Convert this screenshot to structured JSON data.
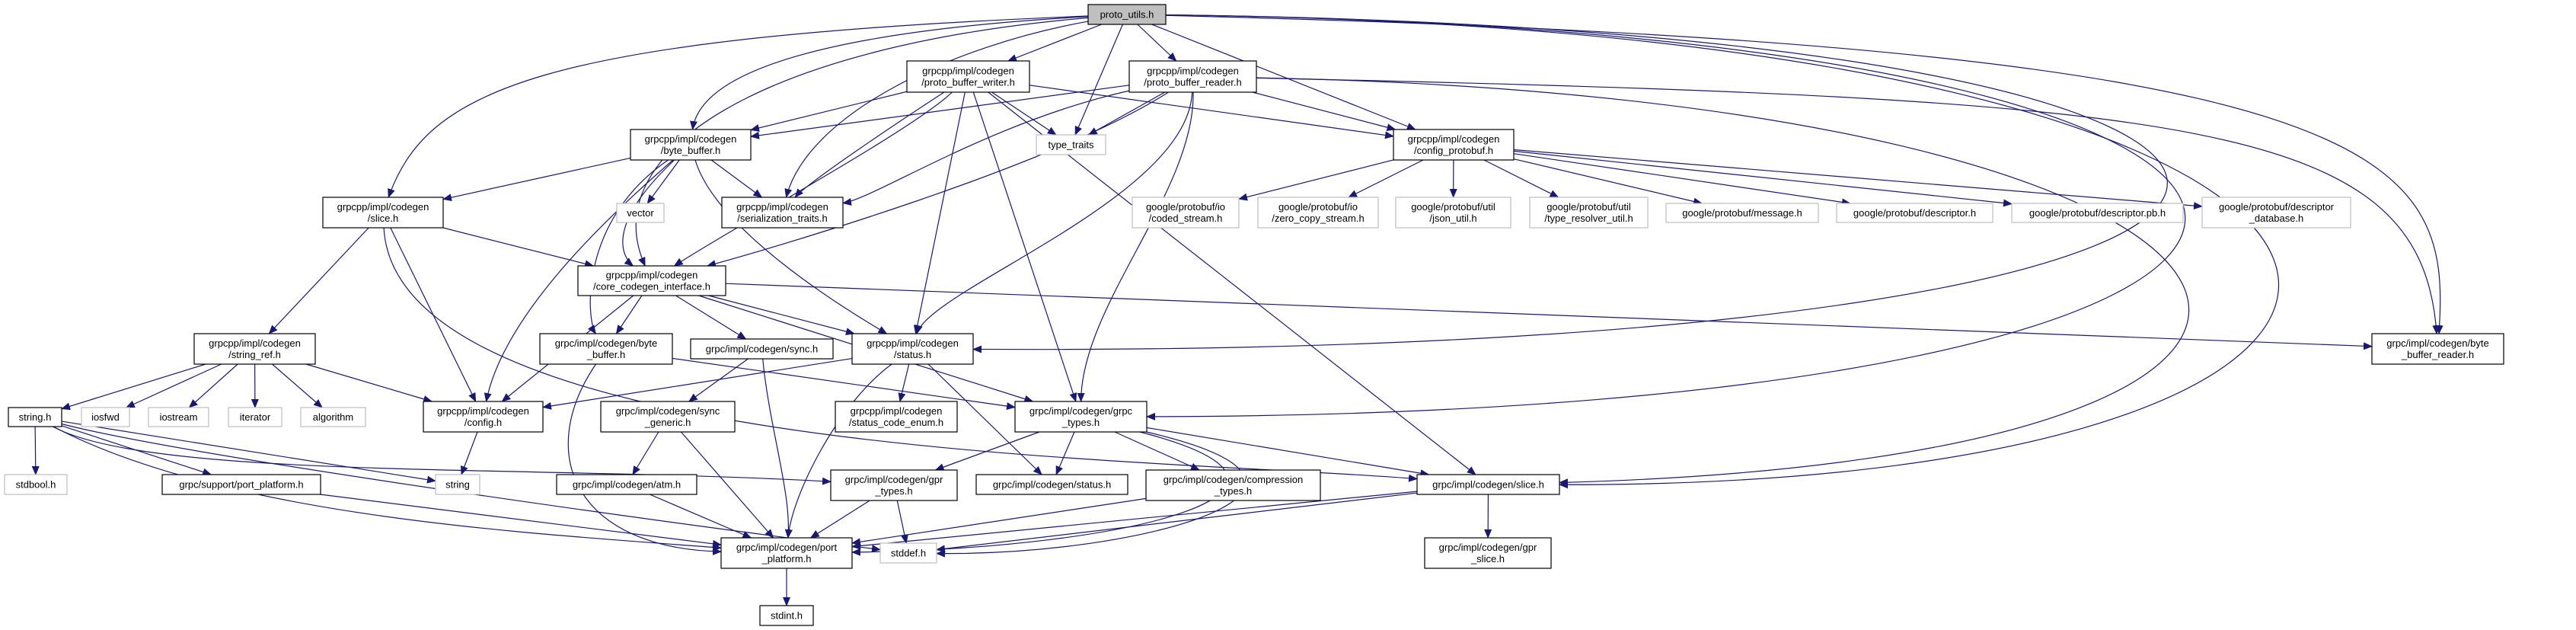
{
  "graph": {
    "edge_color": "#191970",
    "node_border_color": "#000000",
    "external_border_color": "#bfbfbf",
    "root_fill_color": "#bfbfbf",
    "nodes": [
      {
        "id": "root",
        "lines": [
          "proto_utils.h"
        ],
        "kind": "root"
      },
      {
        "id": "pbw",
        "lines": [
          "grpcpp/impl/codegen",
          "/proto_buffer_writer.h"
        ],
        "kind": "doc"
      },
      {
        "id": "pbr",
        "lines": [
          "grpcpp/impl/codegen",
          "/proto_buffer_reader.h"
        ],
        "kind": "doc"
      },
      {
        "id": "tt",
        "lines": [
          "type_traits"
        ],
        "kind": "ext"
      },
      {
        "id": "cfgpb",
        "lines": [
          "grpcpp/impl/codegen",
          "/config_protobuf.h"
        ],
        "kind": "doc"
      },
      {
        "id": "bb",
        "lines": [
          "grpcpp/impl/codegen",
          "/byte_buffer.h"
        ],
        "kind": "doc"
      },
      {
        "id": "ser",
        "lines": [
          "grpcpp/impl/codegen",
          "/serialization_traits.h"
        ],
        "kind": "doc"
      },
      {
        "id": "vec",
        "lines": [
          "vector"
        ],
        "kind": "ext"
      },
      {
        "id": "slicepp",
        "lines": [
          "grpcpp/impl/codegen",
          "/slice.h"
        ],
        "kind": "doc"
      },
      {
        "id": "cci",
        "lines": [
          "grpcpp/impl/codegen",
          "/core_codegen_interface.h"
        ],
        "kind": "doc"
      },
      {
        "id": "coded",
        "lines": [
          "google/protobuf/io",
          "/coded_stream.h"
        ],
        "kind": "ext"
      },
      {
        "id": "zero",
        "lines": [
          "google/protobuf/io",
          "/zero_copy_stream.h"
        ],
        "kind": "ext"
      },
      {
        "id": "json",
        "lines": [
          "google/protobuf/util",
          "/json_util.h"
        ],
        "kind": "ext"
      },
      {
        "id": "typeres",
        "lines": [
          "google/protobuf/util",
          "/type_resolver_util.h"
        ],
        "kind": "ext"
      },
      {
        "id": "msg",
        "lines": [
          "google/protobuf/message.h"
        ],
        "kind": "ext"
      },
      {
        "id": "desc",
        "lines": [
          "google/protobuf/descriptor.h"
        ],
        "kind": "ext"
      },
      {
        "id": "descpb",
        "lines": [
          "google/protobuf/descriptor.pb.h"
        ],
        "kind": "ext"
      },
      {
        "id": "descdb",
        "lines": [
          "google/protobuf/descriptor",
          "_database.h"
        ],
        "kind": "ext"
      },
      {
        "id": "bbr",
        "lines": [
          "grpc/impl/codegen/byte",
          "_buffer_reader.h"
        ],
        "kind": "doc"
      },
      {
        "id": "sref",
        "lines": [
          "grpcpp/impl/codegen",
          "/string_ref.h"
        ],
        "kind": "doc"
      },
      {
        "id": "bbc",
        "lines": [
          "grpc/impl/codegen/byte",
          "_buffer.h"
        ],
        "kind": "doc"
      },
      {
        "id": "sync",
        "lines": [
          "grpc/impl/codegen/sync.h"
        ],
        "kind": "doc"
      },
      {
        "id": "statuspp",
        "lines": [
          "grpcpp/impl/codegen",
          "/status.h"
        ],
        "kind": "doc"
      },
      {
        "id": "strh",
        "lines": [
          "string.h"
        ],
        "kind": "doc"
      },
      {
        "id": "iosfwd",
        "lines": [
          "iosfwd"
        ],
        "kind": "ext"
      },
      {
        "id": "iostream",
        "lines": [
          "iostream"
        ],
        "kind": "ext"
      },
      {
        "id": "iterator",
        "lines": [
          "iterator"
        ],
        "kind": "ext"
      },
      {
        "id": "algorithm",
        "lines": [
          "algorithm"
        ],
        "kind": "ext"
      },
      {
        "id": "config",
        "lines": [
          "grpcpp/impl/codegen",
          "/config.h"
        ],
        "kind": "doc"
      },
      {
        "id": "syncgen",
        "lines": [
          "grpc/impl/codegen/sync",
          "_generic.h"
        ],
        "kind": "doc"
      },
      {
        "id": "sce",
        "lines": [
          "grpcpp/impl/codegen",
          "/status_code_enum.h"
        ],
        "kind": "doc"
      },
      {
        "id": "grpctypes",
        "lines": [
          "grpc/impl/codegen/grpc",
          "_types.h"
        ],
        "kind": "doc"
      },
      {
        "id": "stdbool",
        "lines": [
          "stdbool.h"
        ],
        "kind": "ext"
      },
      {
        "id": "supp",
        "lines": [
          "grpc/support/port_platform.h"
        ],
        "kind": "doc"
      },
      {
        "id": "string",
        "lines": [
          "string"
        ],
        "kind": "ext"
      },
      {
        "id": "atm",
        "lines": [
          "grpc/impl/codegen/atm.h"
        ],
        "kind": "doc"
      },
      {
        "id": "gprtypes",
        "lines": [
          "grpc/impl/codegen/gpr",
          "_types.h"
        ],
        "kind": "doc"
      },
      {
        "id": "statusc",
        "lines": [
          "grpc/impl/codegen/status.h"
        ],
        "kind": "doc"
      },
      {
        "id": "comp",
        "lines": [
          "grpc/impl/codegen/compression",
          "_types.h"
        ],
        "kind": "doc"
      },
      {
        "id": "slicec",
        "lines": [
          "grpc/impl/codegen/slice.h"
        ],
        "kind": "doc"
      },
      {
        "id": "pp",
        "lines": [
          "grpc/impl/codegen/port",
          "_platform.h"
        ],
        "kind": "doc"
      },
      {
        "id": "stddef",
        "lines": [
          "stddef.h"
        ],
        "kind": "ext"
      },
      {
        "id": "gprslice",
        "lines": [
          "grpc/impl/codegen/gpr",
          "_slice.h"
        ],
        "kind": "doc"
      },
      {
        "id": "stdint",
        "lines": [
          "stdint.h"
        ],
        "kind": "doc"
      }
    ],
    "edges": [
      [
        "root",
        "pbw"
      ],
      [
        "root",
        "pbr"
      ],
      [
        "root",
        "tt"
      ],
      [
        "root",
        "cfgpb"
      ],
      [
        "root",
        "bb"
      ],
      [
        "root",
        "ser"
      ],
      [
        "root",
        "slicepp"
      ],
      [
        "root",
        "cci"
      ],
      [
        "root",
        "statuspp"
      ],
      [
        "root",
        "grpctypes"
      ],
      [
        "root",
        "slicec"
      ],
      [
        "root",
        "bbr"
      ],
      [
        "pbw",
        "bb"
      ],
      [
        "pbw",
        "ser"
      ],
      [
        "pbw",
        "tt"
      ],
      [
        "pbw",
        "cfgpb"
      ],
      [
        "pbw",
        "cci"
      ],
      [
        "pbw",
        "statuspp"
      ],
      [
        "pbw",
        "grpctypes"
      ],
      [
        "pbw",
        "slicec"
      ],
      [
        "pbr",
        "bb"
      ],
      [
        "pbr",
        "ser"
      ],
      [
        "pbr",
        "tt"
      ],
      [
        "pbr",
        "cfgpb"
      ],
      [
        "pbr",
        "cci"
      ],
      [
        "pbr",
        "statuspp"
      ],
      [
        "pbr",
        "grpctypes"
      ],
      [
        "pbr",
        "bbr"
      ],
      [
        "pbr",
        "slicec"
      ],
      [
        "cfgpb",
        "coded"
      ],
      [
        "cfgpb",
        "zero"
      ],
      [
        "cfgpb",
        "json"
      ],
      [
        "cfgpb",
        "typeres"
      ],
      [
        "cfgpb",
        "msg"
      ],
      [
        "cfgpb",
        "desc"
      ],
      [
        "cfgpb",
        "descpb"
      ],
      [
        "cfgpb",
        "descdb"
      ],
      [
        "bb",
        "slicepp"
      ],
      [
        "bb",
        "vec"
      ],
      [
        "bb",
        "ser"
      ],
      [
        "bb",
        "cci"
      ],
      [
        "bb",
        "config"
      ],
      [
        "bb",
        "bbc"
      ],
      [
        "bb",
        "statuspp"
      ],
      [
        "slicepp",
        "cci"
      ],
      [
        "slicepp",
        "sref"
      ],
      [
        "slicepp",
        "config"
      ],
      [
        "slicepp",
        "slicec"
      ],
      [
        "cci",
        "config"
      ],
      [
        "cci",
        "bbc"
      ],
      [
        "cci",
        "sync"
      ],
      [
        "cci",
        "statuspp"
      ],
      [
        "cci",
        "grpctypes"
      ],
      [
        "cci",
        "bbr"
      ],
      [
        "sref",
        "strh"
      ],
      [
        "sref",
        "iosfwd"
      ],
      [
        "sref",
        "iostream"
      ],
      [
        "sref",
        "iterator"
      ],
      [
        "sref",
        "algorithm"
      ],
      [
        "sref",
        "config"
      ],
      [
        "strh",
        "stdbool"
      ],
      [
        "strh",
        "supp"
      ],
      [
        "strh",
        "string"
      ],
      [
        "strh",
        "pp"
      ],
      [
        "strh",
        "stddef"
      ],
      [
        "strh",
        "gprtypes"
      ],
      [
        "config",
        "string"
      ],
      [
        "statuspp",
        "config"
      ],
      [
        "statuspp",
        "sce"
      ],
      [
        "statuspp",
        "statusc"
      ],
      [
        "statuspp",
        "pp"
      ],
      [
        "bbc",
        "grpctypes"
      ],
      [
        "bbc",
        "pp"
      ],
      [
        "sync",
        "syncgen"
      ],
      [
        "sync",
        "pp"
      ],
      [
        "syncgen",
        "atm"
      ],
      [
        "syncgen",
        "pp"
      ],
      [
        "atm",
        "pp"
      ],
      [
        "supp",
        "pp"
      ],
      [
        "grpctypes",
        "gprtypes"
      ],
      [
        "grpctypes",
        "statusc"
      ],
      [
        "grpctypes",
        "comp"
      ],
      [
        "grpctypes",
        "slicec"
      ],
      [
        "grpctypes",
        "pp"
      ],
      [
        "grpctypes",
        "stddef"
      ],
      [
        "gprtypes",
        "pp"
      ],
      [
        "gprtypes",
        "stddef"
      ],
      [
        "comp",
        "pp"
      ],
      [
        "slicec",
        "gprslice"
      ],
      [
        "slicec",
        "pp"
      ],
      [
        "slicec",
        "stddef"
      ],
      [
        "pp",
        "stdint"
      ]
    ]
  }
}
